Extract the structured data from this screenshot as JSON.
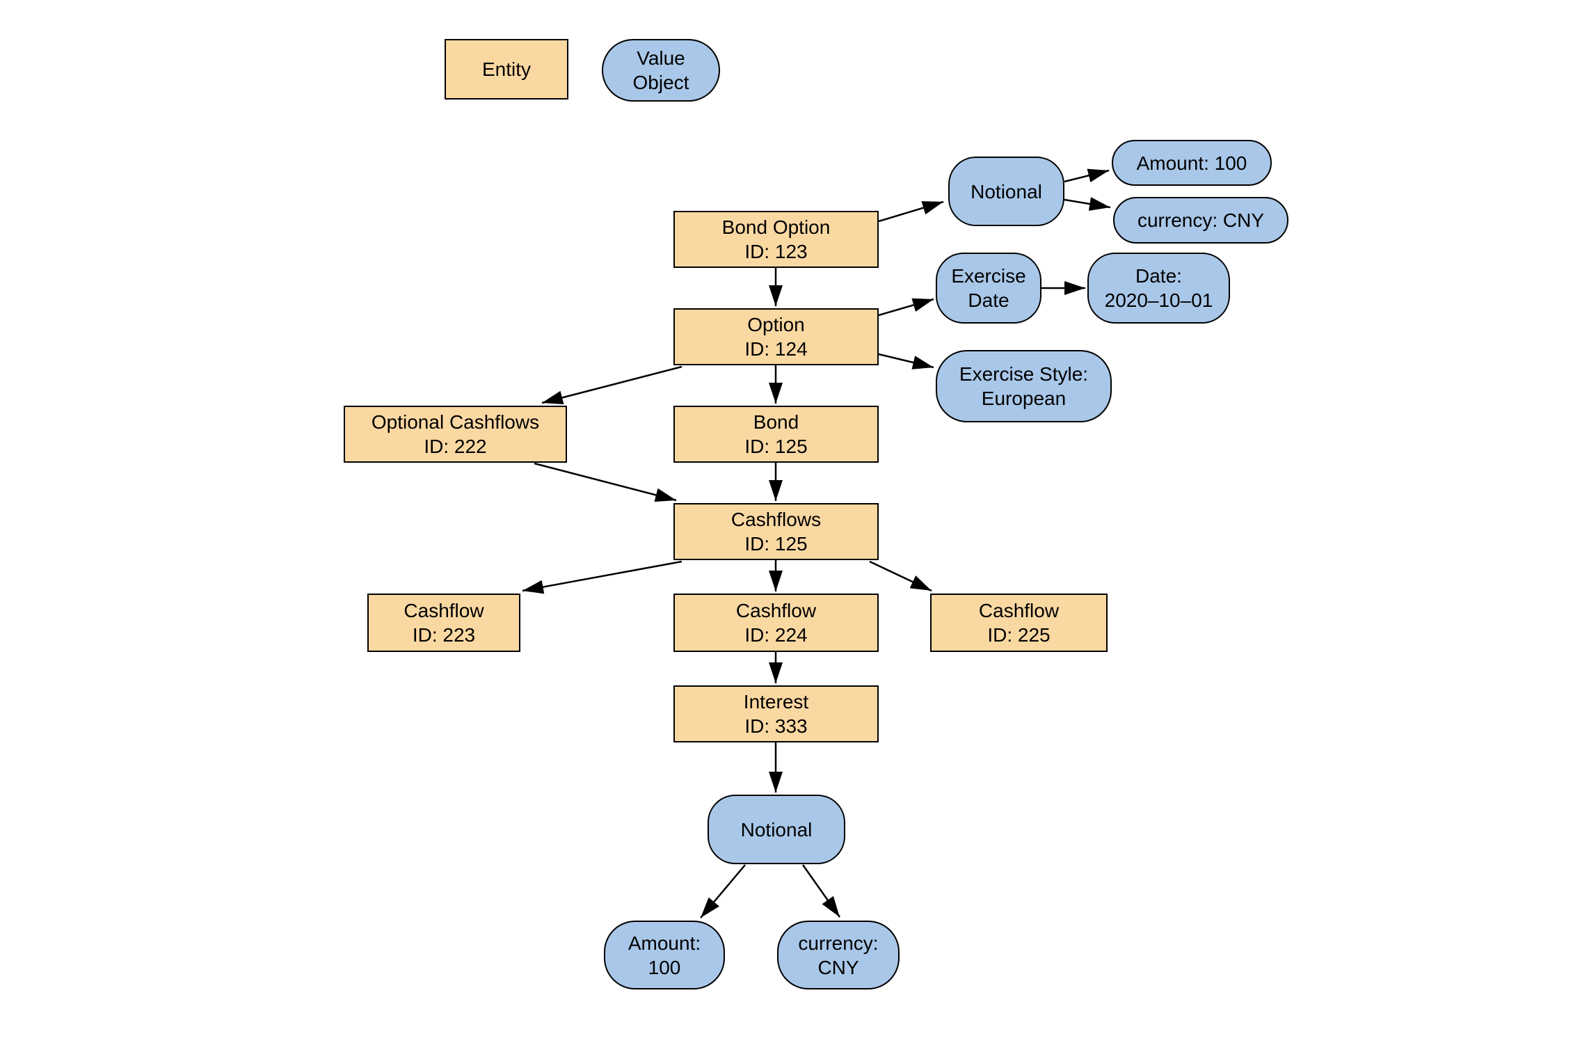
{
  "colors": {
    "entity_fill": "#FAD8A2",
    "value_object_fill": "#A9C7E8",
    "border": "#000000",
    "background": "#FFFFFF"
  },
  "legend": {
    "entity_label": "Entity",
    "value_object_label": "Value\nObject"
  },
  "nodes": {
    "bond_option": {
      "type": "entity",
      "label": "Bond Option\nID: 123"
    },
    "notional_top": {
      "type": "value_object",
      "label": "Notional"
    },
    "amount_top": {
      "type": "value_object",
      "label": "Amount: 100"
    },
    "currency_top": {
      "type": "value_object",
      "label": "currency: CNY"
    },
    "option": {
      "type": "entity",
      "label": "Option\nID: 124"
    },
    "exercise_date": {
      "type": "value_object",
      "label": "Exercise\nDate"
    },
    "date_value": {
      "type": "value_object",
      "label": "Date:\n2020–10–01"
    },
    "exercise_style": {
      "type": "value_object",
      "label": "Exercise Style:\nEuropean"
    },
    "optional_cashflows": {
      "type": "entity",
      "label": "Optional Cashflows\nID: 222"
    },
    "bond": {
      "type": "entity",
      "label": "Bond\nID: 125"
    },
    "cashflows": {
      "type": "entity",
      "label": "Cashflows\nID: 125"
    },
    "cashflow_223": {
      "type": "entity",
      "label": "Cashflow\nID: 223"
    },
    "cashflow_224": {
      "type": "entity",
      "label": "Cashflow\nID: 224"
    },
    "cashflow_225": {
      "type": "entity",
      "label": "Cashflow\nID: 225"
    },
    "interest": {
      "type": "entity",
      "label": "Interest\nID: 333"
    },
    "notional_bottom": {
      "type": "value_object",
      "label": "Notional"
    },
    "amount_bottom": {
      "type": "value_object",
      "label": "Amount:\n100"
    },
    "currency_bottom": {
      "type": "value_object",
      "label": "currency:\nCNY"
    }
  },
  "edges": [
    {
      "from": "bond_option",
      "to": "notional_top"
    },
    {
      "from": "notional_top",
      "to": "amount_top"
    },
    {
      "from": "notional_top",
      "to": "currency_top"
    },
    {
      "from": "bond_option",
      "to": "option"
    },
    {
      "from": "option",
      "to": "exercise_date"
    },
    {
      "from": "option",
      "to": "exercise_style"
    },
    {
      "from": "exercise_date",
      "to": "date_value"
    },
    {
      "from": "option",
      "to": "optional_cashflows"
    },
    {
      "from": "option",
      "to": "bond"
    },
    {
      "from": "bond",
      "to": "cashflows"
    },
    {
      "from": "optional_cashflows",
      "to": "cashflows"
    },
    {
      "from": "cashflows",
      "to": "cashflow_223"
    },
    {
      "from": "cashflows",
      "to": "cashflow_224"
    },
    {
      "from": "cashflows",
      "to": "cashflow_225"
    },
    {
      "from": "cashflow_224",
      "to": "interest"
    },
    {
      "from": "interest",
      "to": "notional_bottom"
    },
    {
      "from": "notional_bottom",
      "to": "amount_bottom"
    },
    {
      "from": "notional_bottom",
      "to": "currency_bottom"
    }
  ]
}
